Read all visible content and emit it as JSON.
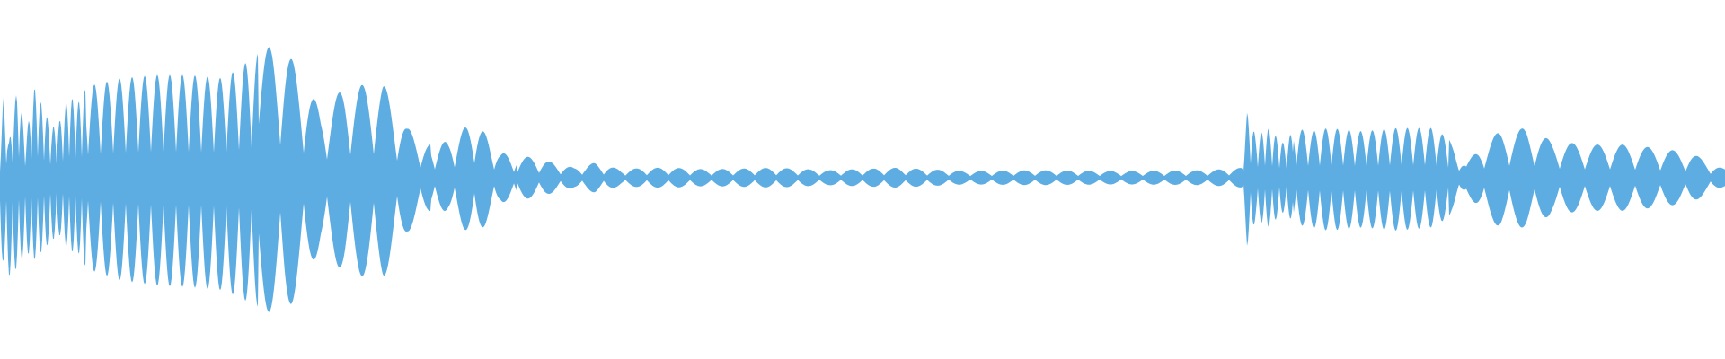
{
  "waveform": {
    "color": "#5dade2",
    "background": "#ffffff",
    "amplitude_profile": [
      [
        0,
        0.15,
        0.55
      ],
      [
        0.002,
        0.5,
        0.5
      ],
      [
        0.005,
        0.2,
        0.6
      ],
      [
        0.01,
        0.55,
        0.55
      ],
      [
        0.015,
        0.25,
        0.45
      ],
      [
        0.02,
        0.55,
        0.5
      ],
      [
        0.03,
        0.3,
        0.38
      ],
      [
        0.035,
        0.35,
        0.35
      ],
      [
        0.04,
        0.5,
        0.45
      ],
      [
        0.045,
        0.45,
        0.45
      ],
      [
        0.05,
        0.55,
        0.55
      ],
      [
        0.07,
        0.6,
        0.62
      ],
      [
        0.09,
        0.62,
        0.65
      ],
      [
        0.11,
        0.62,
        0.66
      ],
      [
        0.13,
        0.6,
        0.68
      ],
      [
        0.15,
        0.75,
        0.78
      ],
      [
        0.158,
        0.8,
        0.82
      ],
      [
        0.165,
        0.78,
        0.84
      ],
      [
        0.175,
        0.62,
        0.64
      ],
      [
        0.186,
        0.4,
        0.42
      ],
      [
        0.2,
        0.55,
        0.58
      ],
      [
        0.222,
        0.57,
        0.61
      ],
      [
        0.236,
        0.3,
        0.33
      ],
      [
        0.25,
        0.2,
        0.2
      ],
      [
        0.26,
        0.22,
        0.2
      ],
      [
        0.275,
        0.35,
        0.38
      ],
      [
        0.29,
        0.15,
        0.15
      ],
      [
        0.31,
        0.12,
        0.12
      ],
      [
        0.325,
        0.08,
        0.08
      ],
      [
        0.333,
        0.06,
        0.06
      ],
      [
        0.345,
        0.09,
        0.09
      ],
      [
        0.36,
        0.05,
        0.05
      ],
      [
        0.375,
        0.06,
        0.06
      ],
      [
        0.39,
        0.06,
        0.06
      ],
      [
        0.41,
        0.05,
        0.05
      ],
      [
        0.45,
        0.06,
        0.06
      ],
      [
        0.48,
        0.045,
        0.045
      ],
      [
        0.52,
        0.06,
        0.06
      ],
      [
        0.56,
        0.04,
        0.04
      ],
      [
        0.6,
        0.045,
        0.045
      ],
      [
        0.65,
        0.04,
        0.04
      ],
      [
        0.7,
        0.045,
        0.045
      ],
      [
        0.72,
        0.06,
        0.06
      ],
      [
        0.723,
        0.4,
        0.42
      ],
      [
        0.728,
        0.25,
        0.25
      ],
      [
        0.735,
        0.3,
        0.3
      ],
      [
        0.745,
        0.2,
        0.2
      ],
      [
        0.75,
        0.3,
        0.28
      ],
      [
        0.76,
        0.28,
        0.3
      ],
      [
        0.77,
        0.3,
        0.32
      ],
      [
        0.79,
        0.28,
        0.3
      ],
      [
        0.81,
        0.3,
        0.32
      ],
      [
        0.83,
        0.3,
        0.3
      ],
      [
        0.843,
        0.22,
        0.22
      ],
      [
        0.85,
        0.08,
        0.08
      ],
      [
        0.86,
        0.22,
        0.24
      ],
      [
        0.87,
        0.28,
        0.3
      ],
      [
        0.885,
        0.3,
        0.3
      ],
      [
        0.9,
        0.22,
        0.22
      ],
      [
        0.92,
        0.2,
        0.2
      ],
      [
        0.94,
        0.2,
        0.2
      ],
      [
        0.96,
        0.18,
        0.18
      ],
      [
        0.98,
        0.15,
        0.15
      ],
      [
        1.0,
        0.05,
        0.05
      ]
    ]
  }
}
